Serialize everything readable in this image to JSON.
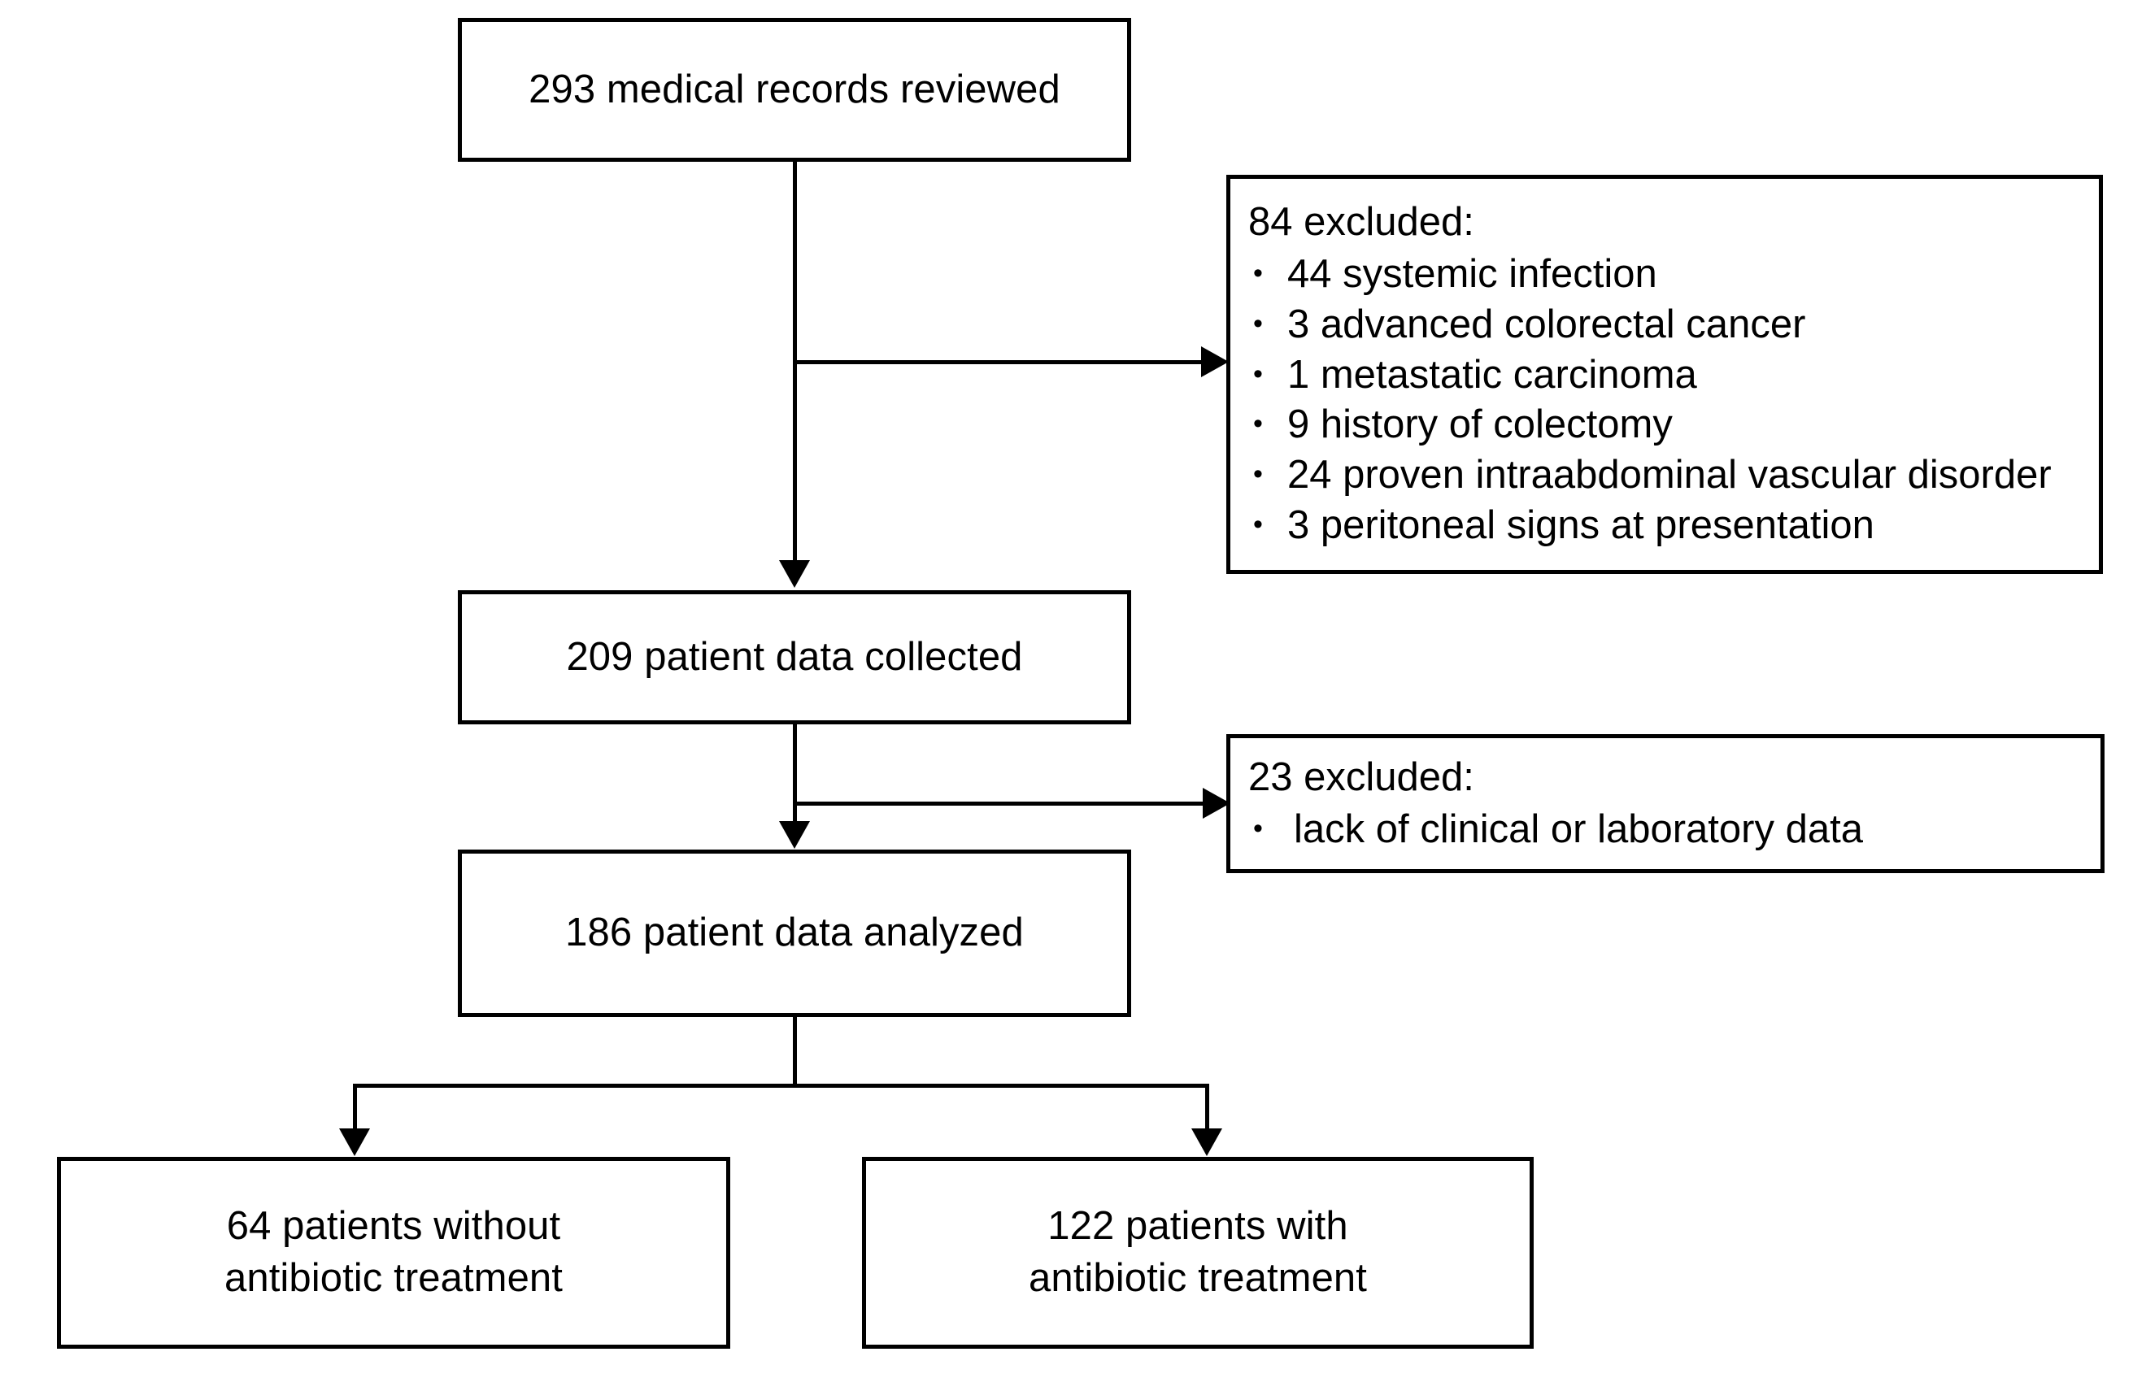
{
  "diagram": {
    "type": "study-flow-diagram",
    "nodes": {
      "reviewed": {
        "label": "293 medical records reviewed",
        "count": 293
      },
      "collected": {
        "label": "209 patient data collected",
        "count": 209
      },
      "analyzed": {
        "label": "186 patient data analyzed",
        "count": 186
      },
      "no_antibiotic": {
        "label": "64 patients without\nantibiotic treatment",
        "count": 64
      },
      "antibiotic": {
        "label": "122 patients with\nantibiotic treatment",
        "count": 122
      }
    },
    "exclusions": [
      {
        "heading": "84 excluded:",
        "count": 84,
        "reasons": [
          "44 systemic infection",
          "3 advanced colorectal cancer",
          "1 metastatic carcinoma",
          "9 history of colectomy",
          "24 proven intraabdominal vascular disorder",
          "3 peritoneal signs at presentation"
        ]
      },
      {
        "heading": "23 excluded:",
        "count": 23,
        "reasons": [
          "lack of clinical or laboratory data"
        ]
      }
    ],
    "colors": {
      "background": "#ffffff",
      "stroke": "#000000",
      "text": "#000000"
    }
  }
}
